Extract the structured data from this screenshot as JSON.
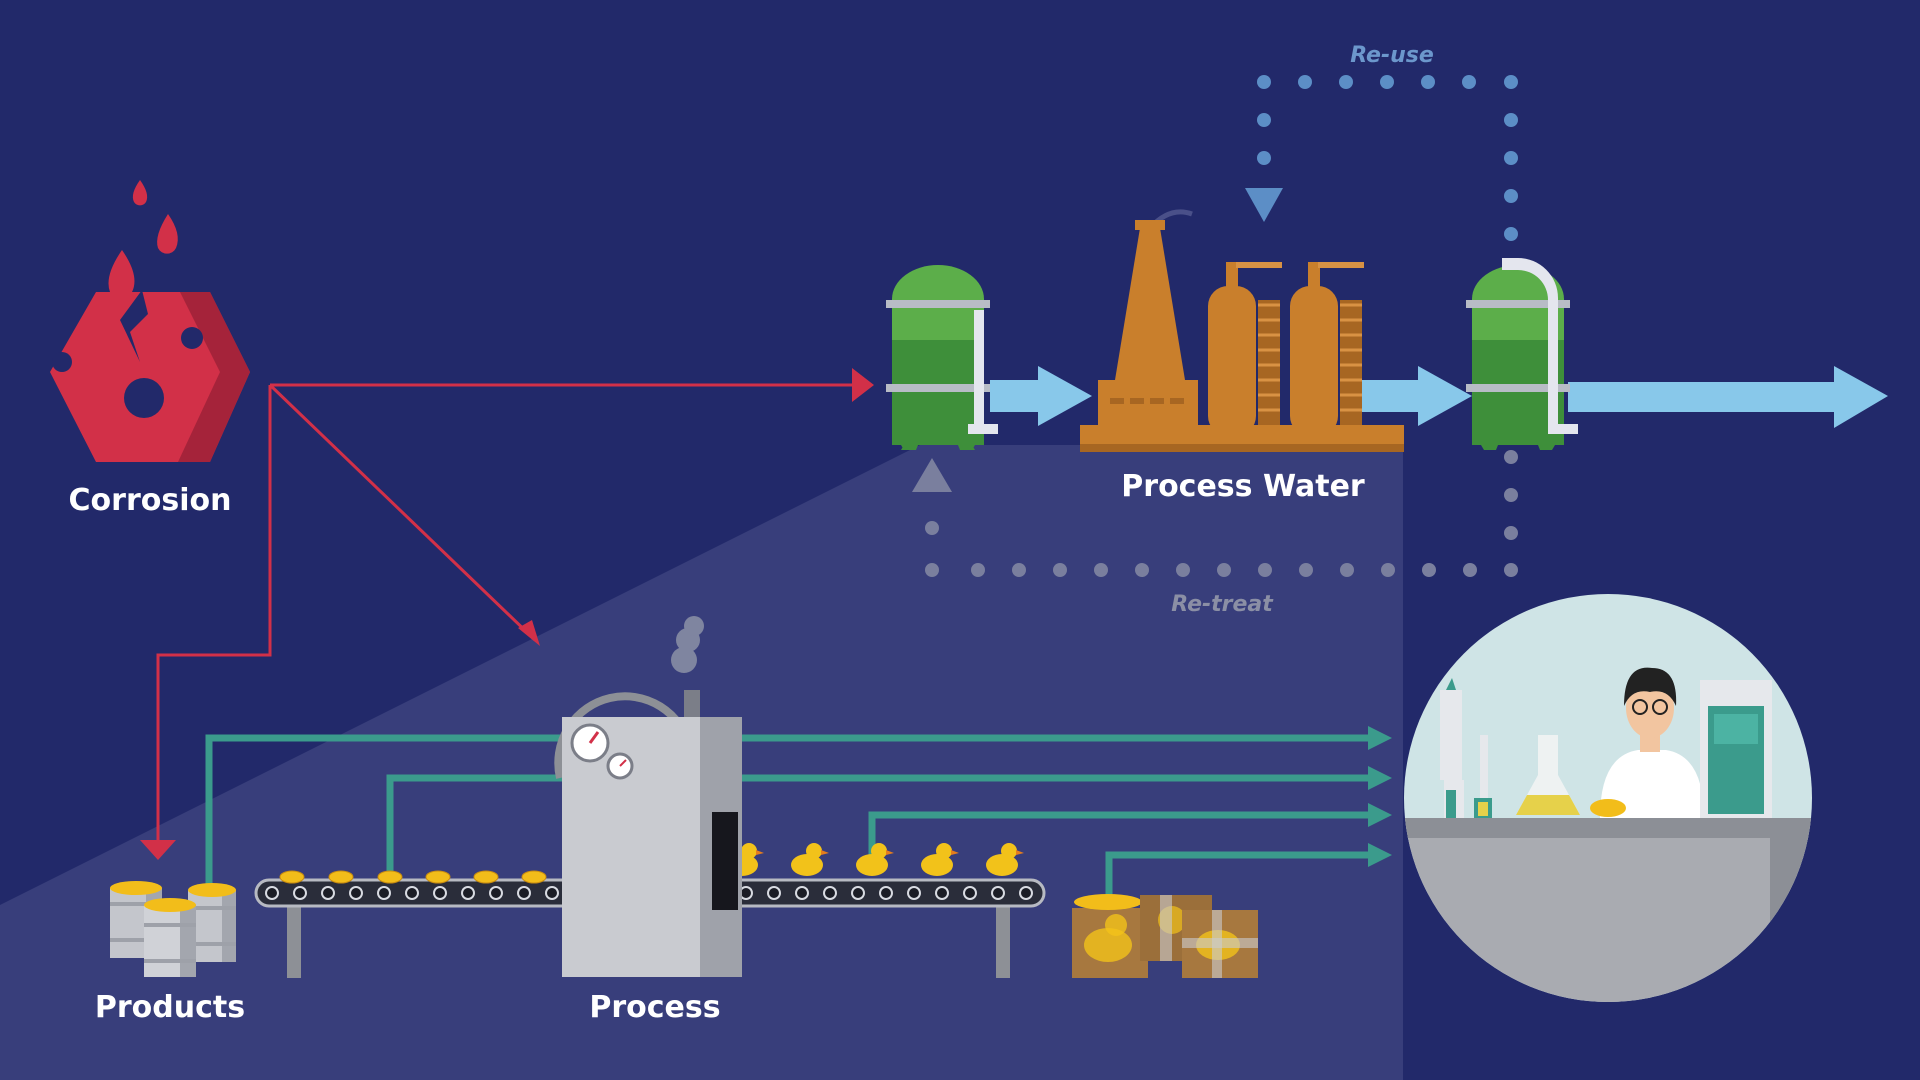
{
  "labels": {
    "corrosion": "Corrosion",
    "products": "Products",
    "process": "Process",
    "process_water": "Process Water",
    "reuse": "Re-use",
    "retreat": "Re-treat"
  },
  "icons": [
    "corrosion-icon",
    "water-tank-icon",
    "factory-icon",
    "conveyor-belt",
    "product-barrels",
    "duck-crates",
    "laboratory-scene",
    "scientist-icon",
    "titrator-icon",
    "flask-icon",
    "cabinet-icon"
  ],
  "colors": {
    "background": "#22296a",
    "corrosion_red": "#d23048",
    "flow_teal": "#3b9b8c",
    "water_blue": "#88c8ea",
    "tank_green": "#5cae4a",
    "factory_orange": "#c97f2c",
    "reuse_dots": "#5c8ec6",
    "retreat_dots": "#7a7f9e",
    "retreat_text": "#8b8fa5",
    "reuse_text": "#6c97cc"
  }
}
